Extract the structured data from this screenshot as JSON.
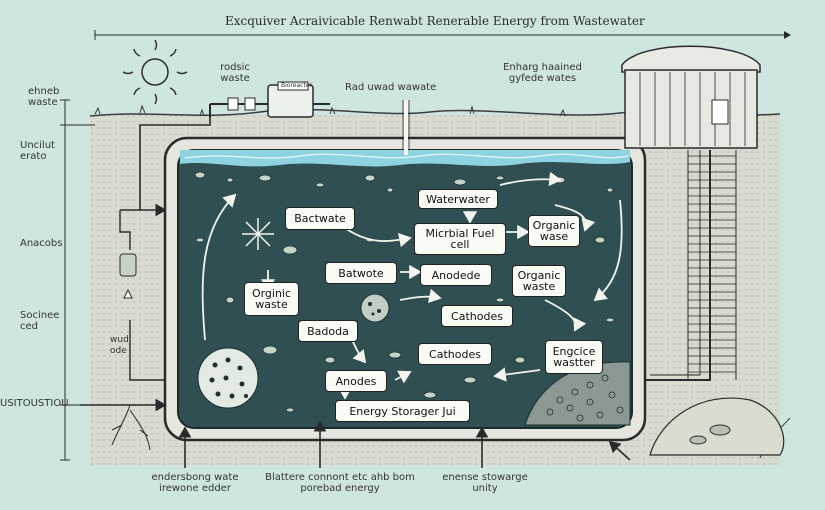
{
  "title": "Excquiver Acraivicable Renwabt Renerable Energy from Wastewater",
  "top_labels": {
    "rodsic_waste": "rodsic waste",
    "rad_uwad": "Rad uwad wawate",
    "enharg": "Enharg haained gyfede wates",
    "device_tag": "Bioreactor"
  },
  "left_labels": {
    "ehneb": "ehneb waste",
    "unclut": "Uncilut erato",
    "anacobs": "Anacobs",
    "socinee": "Socinee ced",
    "wud": "wud ode",
    "ustitous": "USITOUSTIOU"
  },
  "bottom_labels": {
    "left": "endersbong wate irewone edder",
    "middle": "Blattere connont etc ahb bom porebad energy",
    "right": "enense stowarge unity"
  },
  "boxes": {
    "wastewater": "Waterwater",
    "bactwate": "Bactwate",
    "microbial": "Micrbial Fuel cell",
    "organic_right": "Organic wase",
    "batwote": "Batwote",
    "anodede": "Anodede",
    "organic_mid_right": "Organic waste",
    "organic_left": "Orginic waste",
    "cathodes_1": "Cathodes",
    "badoda": "Badoda",
    "cathodes_2": "Cathodes",
    "engcice": "Engcice wastter",
    "anodes": "Anodes",
    "storage": "Energy Storager Jui"
  },
  "colors": {
    "background": "#cfe6e0",
    "tank_fill": "#2f4f52",
    "water": "#8fd3e0",
    "box_fill": "#fbfbf5",
    "line": "#2a2a2a"
  }
}
